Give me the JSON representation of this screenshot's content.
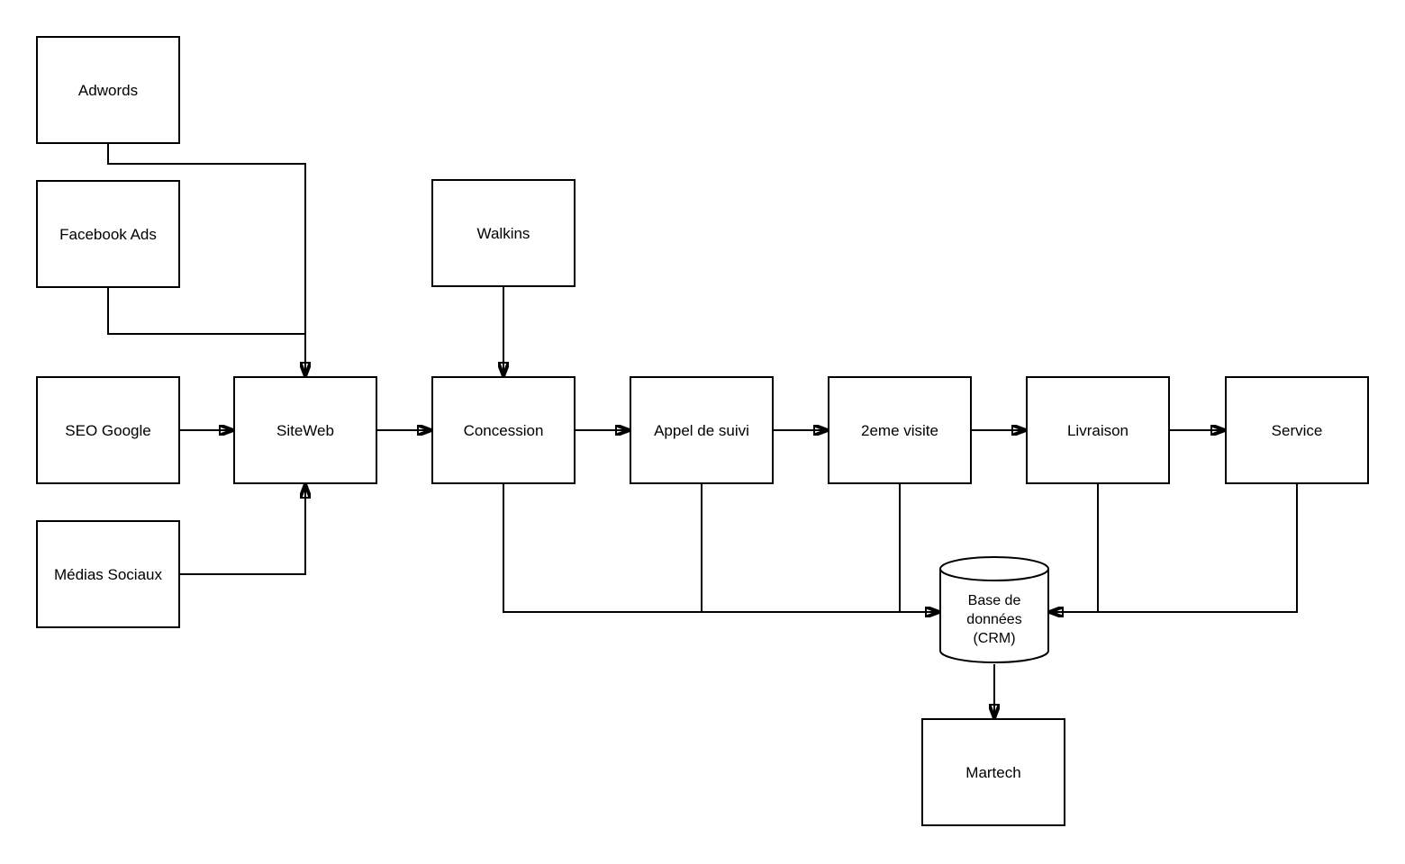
{
  "diagram": {
    "title": "Customer journey flowchart (FR)",
    "colors": {
      "stroke": "#000000",
      "node_fill": "#ffffff",
      "background": "#ffffff",
      "text": "#000000"
    },
    "nodes": {
      "adwords": {
        "label": "Adwords",
        "shape": "rectangle"
      },
      "facebook_ads": {
        "label": "Facebook Ads",
        "shape": "rectangle"
      },
      "seo_google": {
        "label": "SEO Google",
        "shape": "rectangle"
      },
      "medias_sociaux": {
        "label": "Médias Sociaux",
        "shape": "rectangle"
      },
      "siteweb": {
        "label": "SiteWeb",
        "shape": "rectangle"
      },
      "walkins": {
        "label": "Walkins",
        "shape": "rectangle"
      },
      "concession": {
        "label": "Concession",
        "shape": "rectangle"
      },
      "appel_de_suivi": {
        "label": "Appel de suivi",
        "shape": "rectangle"
      },
      "deuxieme_visite": {
        "label": "2eme visite",
        "shape": "rectangle"
      },
      "livraison": {
        "label": "Livraison",
        "shape": "rectangle"
      },
      "service": {
        "label": "Service",
        "shape": "rectangle"
      },
      "crm": {
        "label": "Base de\ndonnées\n(CRM)",
        "shape": "cylinder"
      },
      "martech": {
        "label": "Martech",
        "shape": "rectangle"
      }
    },
    "edges": [
      {
        "from": "adwords",
        "to": "siteweb",
        "arrow": true
      },
      {
        "from": "facebook_ads",
        "to": "siteweb",
        "arrow": true
      },
      {
        "from": "seo_google",
        "to": "siteweb",
        "arrow": true
      },
      {
        "from": "medias_sociaux",
        "to": "siteweb",
        "arrow": true
      },
      {
        "from": "walkins",
        "to": "concession",
        "arrow": true
      },
      {
        "from": "siteweb",
        "to": "concession",
        "arrow": true
      },
      {
        "from": "concession",
        "to": "appel_de_suivi",
        "arrow": true
      },
      {
        "from": "appel_de_suivi",
        "to": "deuxieme_visite",
        "arrow": true
      },
      {
        "from": "deuxieme_visite",
        "to": "livraison",
        "arrow": true
      },
      {
        "from": "livraison",
        "to": "service",
        "arrow": true
      },
      {
        "from": "concession",
        "to": "crm",
        "arrow": true
      },
      {
        "from": "appel_de_suivi",
        "to": "crm",
        "arrow": false
      },
      {
        "from": "deuxieme_visite",
        "to": "crm",
        "arrow": false
      },
      {
        "from": "livraison",
        "to": "crm",
        "arrow": false
      },
      {
        "from": "service",
        "to": "crm",
        "arrow": true
      },
      {
        "from": "crm",
        "to": "martech",
        "arrow": true
      }
    ]
  }
}
